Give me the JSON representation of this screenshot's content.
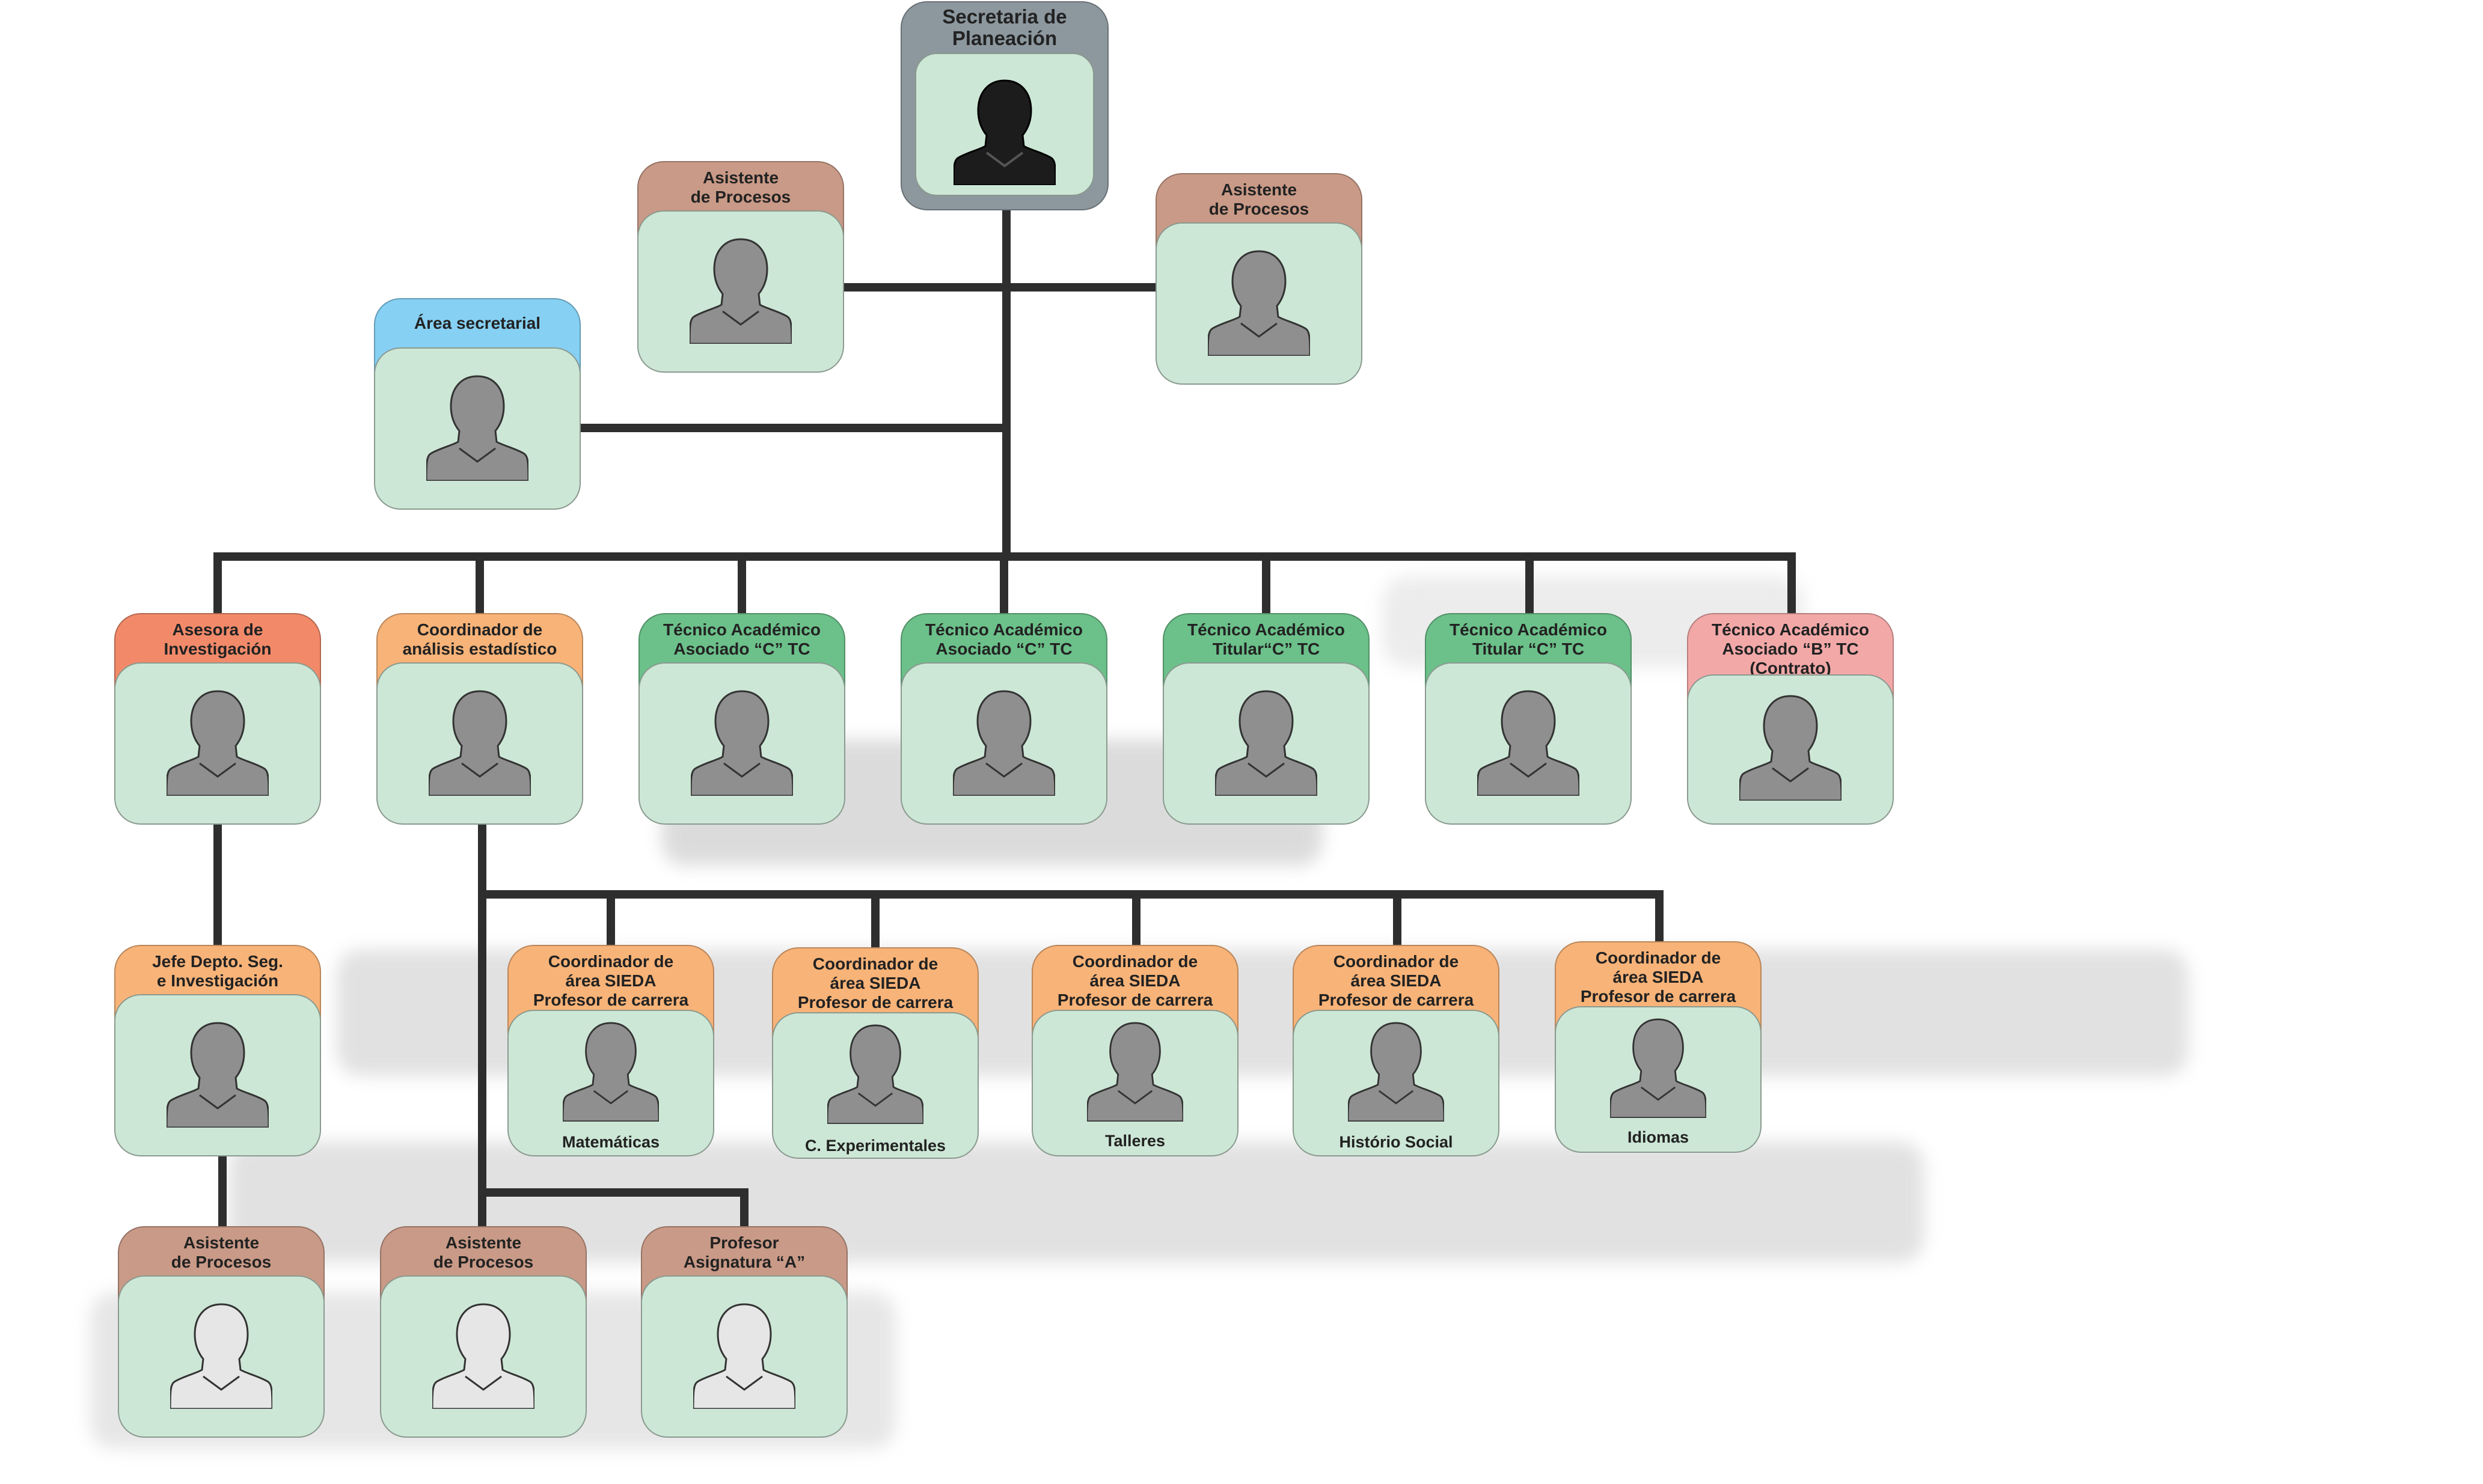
{
  "colors": {
    "root": "#8c979e",
    "asistente": "#c99a87",
    "secretarial": "#86d0f3",
    "asesora": "#f28a6a",
    "coordinador": "#f8b378",
    "tecnico": "#6cc08a",
    "contrato": "#f3a8a8",
    "line": "#2e2e2e"
  },
  "nodes": {
    "root": {
      "title": "Secretaria de\nPlaneación",
      "icon": "person-dark-icon"
    },
    "asistente_left": {
      "title": "Asistente\nde Procesos",
      "icon": "person-icon"
    },
    "asistente_right": {
      "title": "Asistente\nde Procesos",
      "icon": "person-icon"
    },
    "area_secretarial": {
      "title": "Área secretarial",
      "icon": "person-icon"
    },
    "asesora": {
      "title": "Asesora de\nInvestigación",
      "icon": "person-icon"
    },
    "coord_analisis": {
      "title": "Coordinador de\nanálisis estadístico",
      "icon": "person-icon"
    },
    "tecnico_1": {
      "title": "Técnico Académico\nAsociado “C” TC",
      "icon": "person-icon"
    },
    "tecnico_2": {
      "title": "Técnico Académico\nAsociado “C” TC",
      "icon": "person-icon"
    },
    "tecnico_3": {
      "title": "Técnico Académico\nTitular“C” TC",
      "icon": "person-icon"
    },
    "tecnico_4": {
      "title": "Técnico Académico\nTitular “C” TC",
      "icon": "person-icon"
    },
    "tecnico_5": {
      "title": "Técnico Académico\nAsociado “B” TC\n(Contrato)",
      "icon": "person-icon"
    },
    "jefe_depto": {
      "title": "Jefe Depto. Seg.\ne Investigación",
      "icon": "person-icon"
    },
    "sieda_1": {
      "title": "Coordinador de\nárea SIEDA\nProfesor de carrera",
      "caption": "Matemáticas",
      "icon": "person-icon"
    },
    "sieda_2": {
      "title": "Coordinador de\nárea SIEDA\nProfesor de carrera",
      "caption": "C. Experimentales",
      "icon": "person-icon"
    },
    "sieda_3": {
      "title": "Coordinador de\nárea SIEDA\nProfesor de carrera",
      "caption": "Talleres",
      "icon": "person-icon"
    },
    "sieda_4": {
      "title": "Coordinador de\nárea SIEDA\nProfesor de carrera",
      "caption": "Histório Social",
      "icon": "person-icon"
    },
    "sieda_5": {
      "title": "Coordinador de\nárea SIEDA\nProfesor de carrera",
      "caption": "Idiomas",
      "icon": "person-icon"
    },
    "asistente_b1": {
      "title": "Asistente\nde Procesos",
      "icon": "person-vacant-icon"
    },
    "asistente_b2": {
      "title": "Asistente\nde Procesos",
      "icon": "person-vacant-icon"
    },
    "profesor_a": {
      "title": "Profesor\nAsignatura “A”",
      "icon": "person-vacant-icon"
    }
  }
}
